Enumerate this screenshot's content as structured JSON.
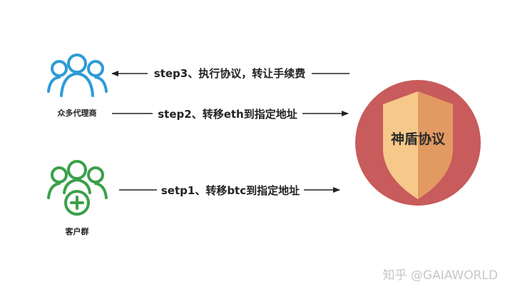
{
  "diagram": {
    "agents": {
      "label": "众多代理商",
      "color": "#2f9bd6"
    },
    "customers": {
      "label": "客户群",
      "color": "#3aa04a"
    },
    "protocol": {
      "label": "神盾协议",
      "circle_color": "#c85b5b",
      "shield_light": "#f6c98a",
      "shield_dark": "#e29a62"
    },
    "steps": [
      {
        "label": "step3、执行协议，转让手续费",
        "direction": "to-agents"
      },
      {
        "label": "step2、转移eth到指定地址",
        "direction": "to-protocol"
      },
      {
        "label": "setp1、转移btc到指定地址",
        "direction": "to-protocol"
      }
    ],
    "watermark": "知乎 @GAIAWORLD"
  }
}
